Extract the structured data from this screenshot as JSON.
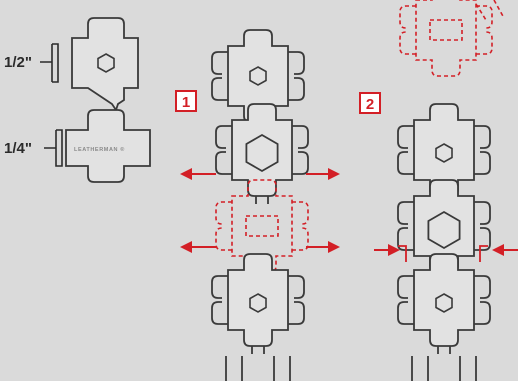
{
  "legend": {
    "size_half": "1/2\"",
    "size_quarter": "1/4\"",
    "engraving": "LEATHERMAN ®"
  },
  "steps": [
    {
      "number": "1"
    },
    {
      "number": "2"
    }
  ],
  "colors": {
    "background": "#dadada",
    "link_outline": "#3a3a3a",
    "link_fill": "#e2e2e2",
    "accent_red": "#d31f26",
    "label_text": "#2b2b2b"
  }
}
